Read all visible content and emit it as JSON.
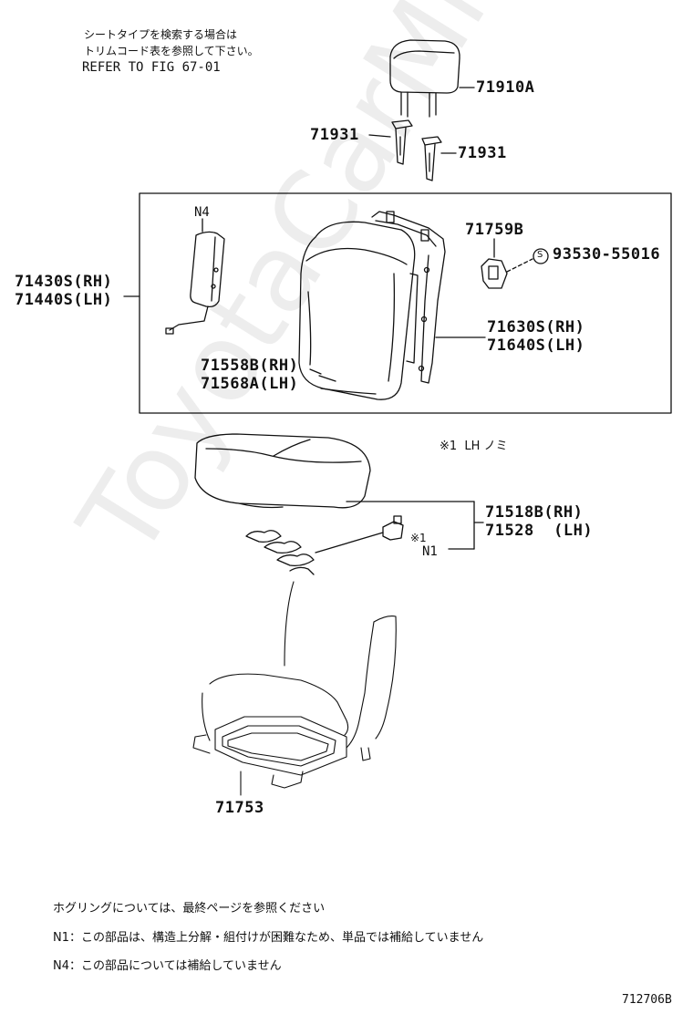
{
  "header": {
    "note_line1": "シートタイプを検索する場合は",
    "note_line2": "トリムコード表を参照して下さい。",
    "refer": "REFER TO FIG 67-01"
  },
  "parts": {
    "headrest": "71910A",
    "guide_left": "71931",
    "guide_right": "71931",
    "pad_label_n4": "N4",
    "back_assy_rh": "71430S(RH)",
    "back_assy_lh": "71440S(LH)",
    "clip": "71759B",
    "screw_symbol": "S",
    "screw": "93530-55016",
    "frame_rh": "71630S(RH)",
    "frame_lh": "71640S(LH)",
    "back_cover_rh": "71558B(RH)",
    "back_cover_lh": "71568A(LH)",
    "lh_note": "※1  LH ノミ",
    "cushion_rh": "71518B(RH)",
    "cushion_lh": "71528  (LH)",
    "mark1": "※1",
    "n1": "N1",
    "tray": "71753"
  },
  "footnotes": {
    "hog_ring": "ホグリングについては、最終ページを参照ください",
    "n1": "N1：この部品は、構造上分解・組付けが困難なため、単品では補給していません",
    "n4": "N4：この部品については補給していません"
  },
  "watermark": "ToyotaCarMine.ru",
  "figure_id": "712706B"
}
